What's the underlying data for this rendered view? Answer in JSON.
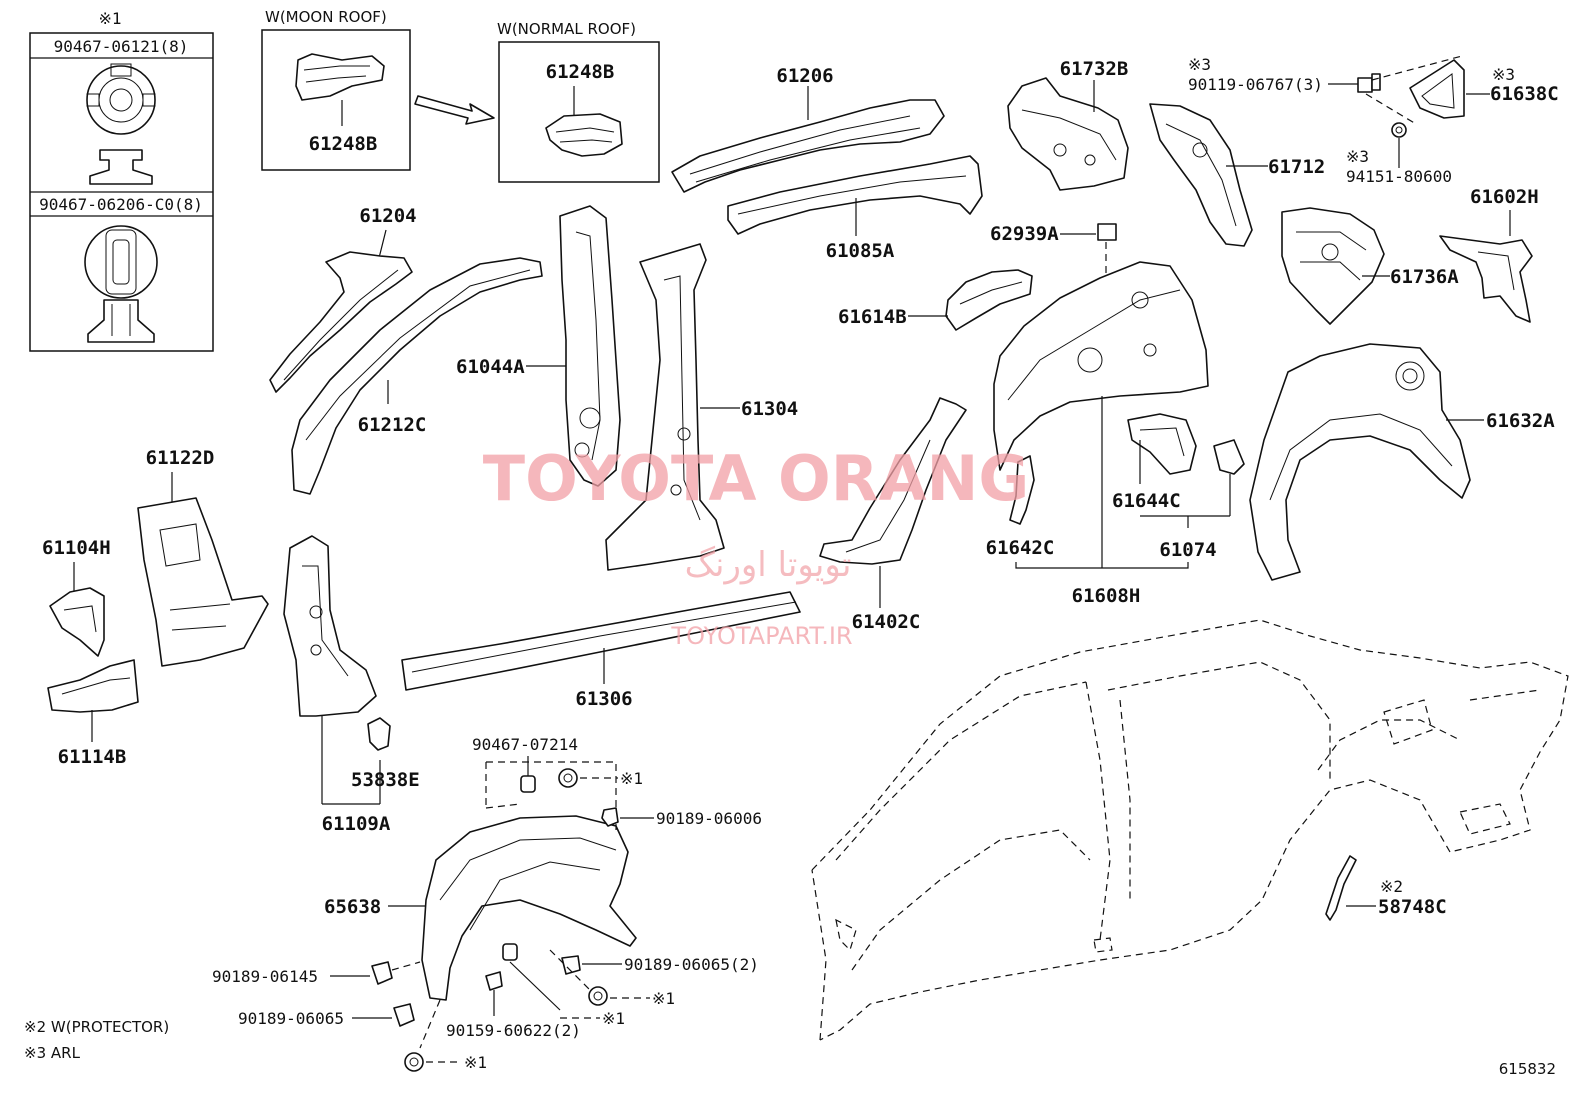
{
  "clip_table": {
    "ref_mark": "※1",
    "row1": "90467-06121(8)",
    "row2": "90467-06206-C0(8)"
  },
  "insets": {
    "moon_roof": {
      "title": "W(MOON ROOF)",
      "part": "61248B"
    },
    "normal_roof": {
      "title": "W(NORMAL ROOF)",
      "part": "61248B"
    }
  },
  "labels": {
    "p61206": "61206",
    "p61085A": "61085A",
    "p61732B": "61732B",
    "p61712": "61712",
    "r3a": "※3",
    "p90119": "90119-06767(3)",
    "r3b": "※3",
    "p61638C": "61638C",
    "r3c": "※3",
    "p94151": "94151-80600",
    "p61602H": "61602H",
    "p61736A": "61736A",
    "p61204": "61204",
    "p61212C": "61212C",
    "p61044A": "61044A",
    "p61304": "61304",
    "p62939A": "62939A",
    "p61614B": "61614B",
    "p61632A": "61632A",
    "p61122D": "61122D",
    "p61104H": "61104H",
    "p61114B": "61114B",
    "p61644C": "61644C",
    "p61074": "61074",
    "p61642C": "61642C",
    "p61608H": "61608H",
    "p61402C": "61402C",
    "p61306": "61306",
    "p53838E": "53838E",
    "p61109A": "61109A",
    "p90467_07214": "90467-07214",
    "r1a": "※1",
    "p90189_06006": "90189-06006",
    "p65638": "65638",
    "p90189_06145": "90189-06145",
    "p90189_06065b": "90189-06065(2)",
    "r1b": "※1",
    "p90189_06065": "90189-06065",
    "p90159": "90159-60622(2)",
    "r1c": "※1",
    "r1d": "※1",
    "r2": "※2",
    "p58748C": "58748C"
  },
  "notes": {
    "n2": "※2 W(PROTECTOR)",
    "n3": "※3 ARL"
  },
  "diagram_no": "615832",
  "watermark": {
    "main": "TOYOTA ORANG",
    "persian": "تویوتا اورنگ",
    "site": "TOYOTAPART.IR"
  }
}
